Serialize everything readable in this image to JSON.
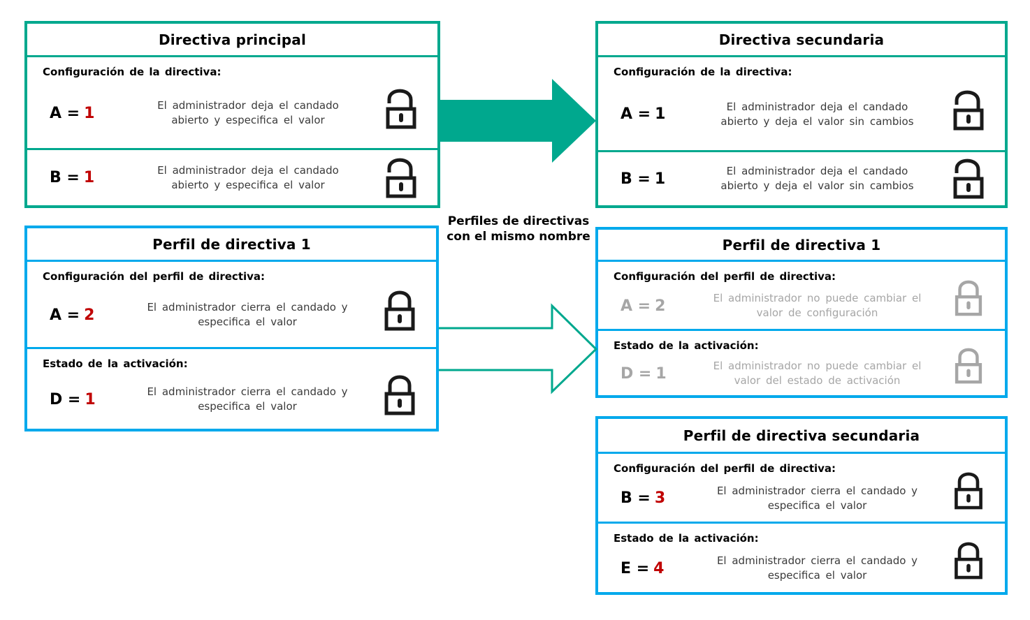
{
  "colors": {
    "policy_border_green": "#00A88E",
    "profile_border_blue": "#00A9EC",
    "value_red": "#C00000",
    "disabled_gray": "#A6A6A6",
    "description_text": "#3A3A3A"
  },
  "center_label": {
    "line1": "Perfiles de directivas",
    "line2": "con el mismo nombre"
  },
  "main_policy": {
    "title": "Directiva principal",
    "rows": [
      {
        "label": "Configuración  de la directiva:",
        "name": "A =",
        "value": "1",
        "desc": "El administrador  deja  el candado  abierto  y especifica  el valor",
        "lock": "open-lock"
      },
      {
        "name": "B =",
        "value": "1",
        "desc": "El administrador  deja  el candado  abierto  y especifica  el valor",
        "lock": "open-lock"
      }
    ]
  },
  "secondary_policy": {
    "title": "Directiva secundaria",
    "rows": [
      {
        "label": "Configuración  de la directiva:",
        "name": "A =",
        "value": "1",
        "desc": "El administrador  deja  el candado  abierto  y deja  el valor  sin cambios",
        "lock": "open-lock"
      },
      {
        "name": "B =",
        "value": "1",
        "desc": "El administrador  deja  el candado  abierto  y deja  el valor  sin cambios",
        "lock": "open-lock"
      }
    ]
  },
  "policy_profile_1": {
    "title": "Perfil de directiva 1",
    "rows": [
      {
        "label": "Configuración  del perfil  de directiva:",
        "name": "A =",
        "value": "2",
        "desc": "El administrador  cierra el candado  y especifica el valor",
        "lock": "closed-lock"
      },
      {
        "label": "Estado  de la activación:",
        "name": "D =",
        "value": "1",
        "desc": "El administrador  cierra el candado  y especifica el valor",
        "lock": "closed-lock"
      }
    ]
  },
  "policy_profile_1_inherited": {
    "title": "Perfil de directiva 1",
    "rows": [
      {
        "label": "Configuración  del perfil  de directiva:",
        "name": "A =",
        "value": "2",
        "desc": "El administrador  no puede  cambiar el valor  de configuración",
        "lock": "closed-lock-gray"
      },
      {
        "label": "Estado  de la activación:",
        "name": "D =",
        "value": "1",
        "desc": "El administrador  no puede  cambiar el valor del estado  de activación",
        "lock": "closed-lock-gray"
      }
    ]
  },
  "secondary_policy_profile": {
    "title": "Perfil de directiva secundaria",
    "rows": [
      {
        "label": "Configuración  del perfil  de directiva:",
        "name": "B =",
        "value": "3",
        "desc": "El administrador  cierra el candado  y especifica el valor",
        "lock": "closed-lock"
      },
      {
        "label": "Estado  de la activación:",
        "name": "E =",
        "value": "4",
        "desc": "El administrador  cierra el candado  y especifica el valor",
        "lock": "closed-lock"
      }
    ]
  }
}
